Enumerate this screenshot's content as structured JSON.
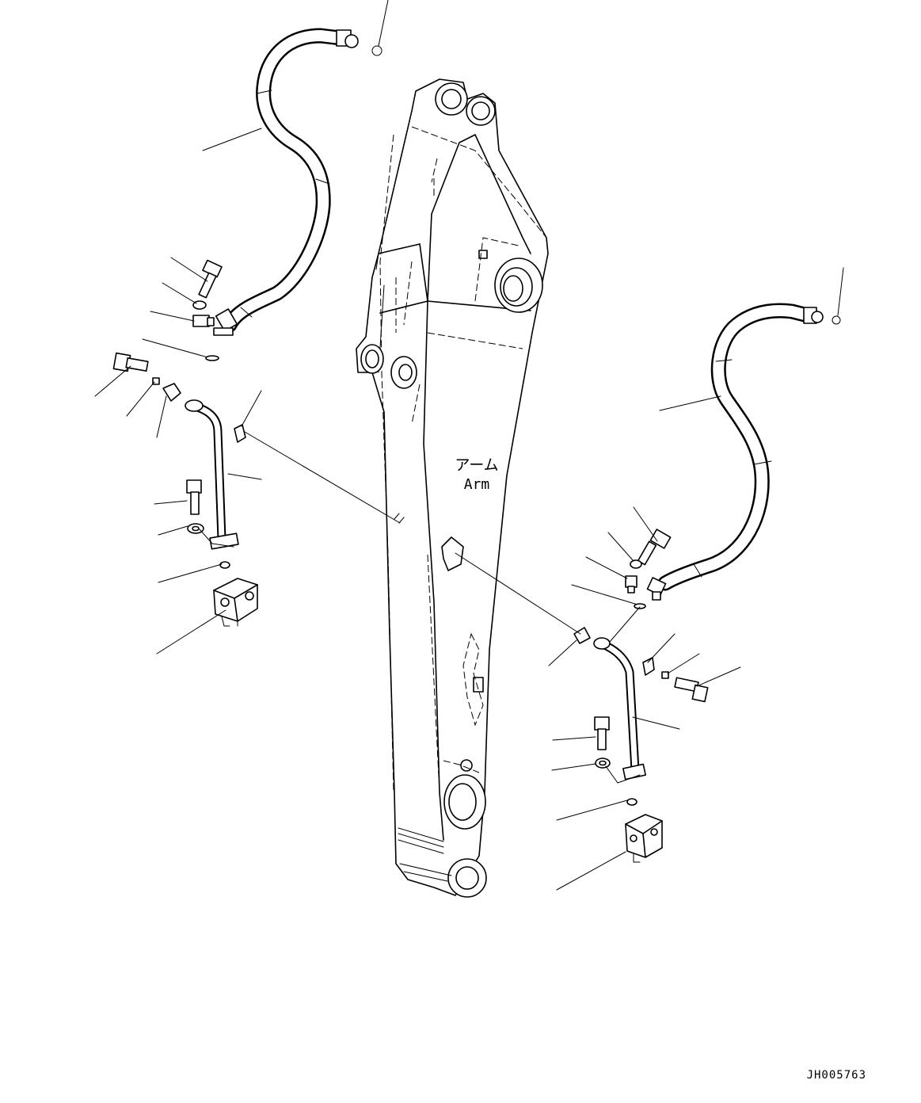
{
  "diagram": {
    "arm_label_ja": "アーム",
    "arm_label_en": "Arm",
    "drawing_code": "JH005763"
  }
}
